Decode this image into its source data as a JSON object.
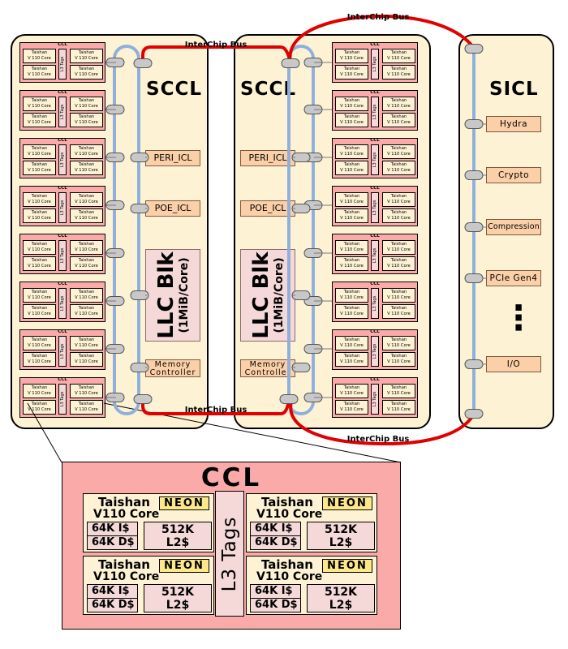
{
  "sccl_title": "SCCL",
  "sicl_title": "SICL",
  "interchip_label": "InterChip Bus",
  "ccl_label": "CCL",
  "mini_core": {
    "line1": "Taishan",
    "line2": "V 110 Core"
  },
  "l3_tags_label": "L3 Tags",
  "sccl_blocks": {
    "peri": "PERI_ICL",
    "poe": "POE_ICL",
    "llc_main": "LLC Blk",
    "llc_sub": "(1MiB/Core)",
    "mem_line1": "Memory",
    "mem_line2": "Controller"
  },
  "sicl_items": [
    "Hydra",
    "Crypto",
    "Compression",
    "PCIe Gen4",
    "I/O"
  ],
  "sicl_ellipsis": "⋮",
  "detail": {
    "title": "CCL",
    "core_name": "Taishan",
    "core_sub": "V110 Core",
    "neon": "NEON",
    "icache": "64K I$",
    "dcache": "64K D$",
    "l2_line1": "512K",
    "l2_line2": "L2$",
    "l3": "L3 Tags"
  },
  "colors": {
    "panel": "#fdf3d4",
    "ccl": "#fbaaaa",
    "block": "#fbd0a8",
    "llc": "#f5d8d8",
    "neon": "#fce88a",
    "interchip": "#e00000",
    "ring": "#8fb0dd",
    "node": "#c8c8c8"
  }
}
